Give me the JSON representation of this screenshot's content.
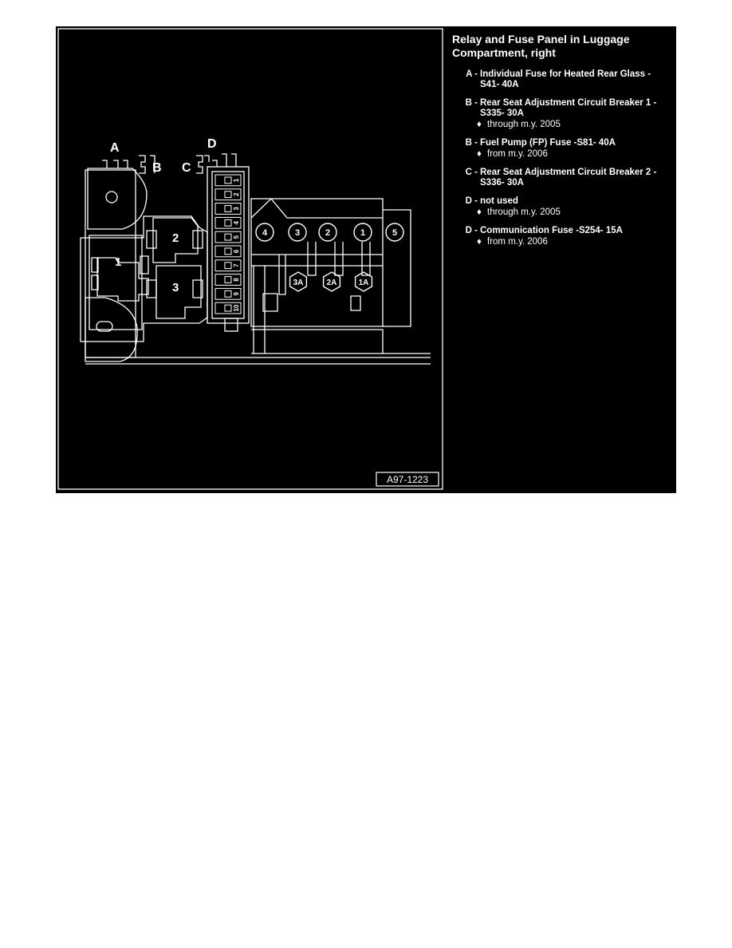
{
  "figure_id": "A97-1223",
  "diagram": {
    "location_letters": [
      "A",
      "B",
      "C",
      "D"
    ],
    "relay_numbers": [
      "1",
      "2",
      "3"
    ],
    "fuse_strip_numbers": [
      "1",
      "2",
      "3",
      "4",
      "5",
      "6",
      "7",
      "8",
      "9",
      "10"
    ],
    "maxi_fuse_numbers": [
      "4",
      "3",
      "2",
      "1",
      "5"
    ],
    "breaker_labels": [
      "3A",
      "2A",
      "1A"
    ]
  },
  "legend": {
    "title": "Relay and Fuse Panel in Luggage Compartment, right",
    "entries": [
      {
        "letter": "A -",
        "text": "Individual Fuse for Heated Rear Glass - S41- 40A",
        "note": ""
      },
      {
        "letter": "B -",
        "text": "Rear Seat Adjustment Circuit Breaker 1 -S335- 30A",
        "note": "through m.y. 2005"
      },
      {
        "letter": "B -",
        "text": "Fuel Pump (FP) Fuse -S81- 40A",
        "note": "from m.y. 2006"
      },
      {
        "letter": "C -",
        "text": "Rear Seat Adjustment Circuit Breaker 2 -S336- 30A",
        "note": ""
      },
      {
        "letter": "D -",
        "text": "not used",
        "note": "through m.y. 2005"
      },
      {
        "letter": "D -",
        "text": "Communication Fuse -S254- 15A",
        "note": "from m.y. 2006"
      }
    ],
    "bullet": "♦"
  }
}
